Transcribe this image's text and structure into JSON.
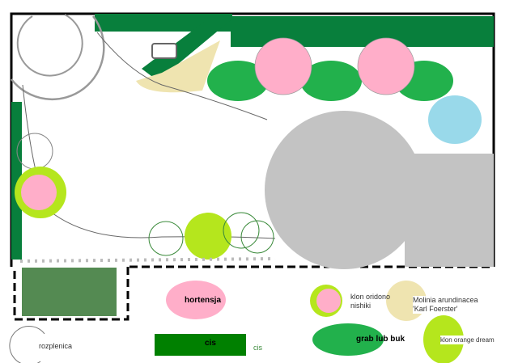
{
  "legend": {
    "hortensja": "hortensja",
    "klon_oridono_1": "klon oridono",
    "klon_oridono_2": "nishiki",
    "molinia_1": "Molinia arundinacea",
    "molinia_2": "'Karl Foerster'",
    "rozplenica": "rozplenica",
    "cis": "cis",
    "cis_small": "cis",
    "grab": "grab lub buk",
    "klon_orange": "klon orange dream"
  },
  "colors": {
    "hedge": "#087f3c",
    "tree": "#22b14c",
    "pink": "#ffaec9",
    "lime": "#b5e61d",
    "sand": "#efe4b0",
    "blue": "#99d9ea",
    "gray": "#c3c3c3",
    "lawn": "#548a52",
    "cis": "#008000"
  }
}
